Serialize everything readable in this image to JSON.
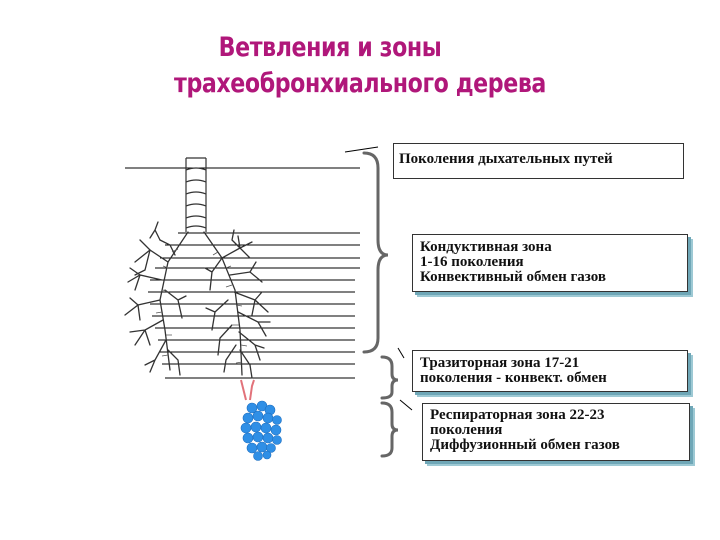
{
  "title": {
    "line1": "Ветвления и зоны",
    "line2": "трахеобронхиального дерева"
  },
  "labels": {
    "generations": "Поколения дыхательных путей",
    "conductive": {
      "line1": "Кондуктивная зона",
      "line2": "1-16 поколения",
      "line3": "Конвективный обмен газов"
    },
    "transitional": {
      "line1": "Тразиторная  зона 17-21",
      "line2": "поколения - конвект. обмен"
    },
    "respiratory": {
      "line1": "Респираторная зона 22-23",
      "line2": "поколения",
      "line3": "Диффузионный обмен газов"
    }
  },
  "colors": {
    "title": "#b0177a",
    "alveoli": "#2f8fe6",
    "bronchiole": "#e2727a",
    "box_shadow": "#6fa7b7"
  }
}
